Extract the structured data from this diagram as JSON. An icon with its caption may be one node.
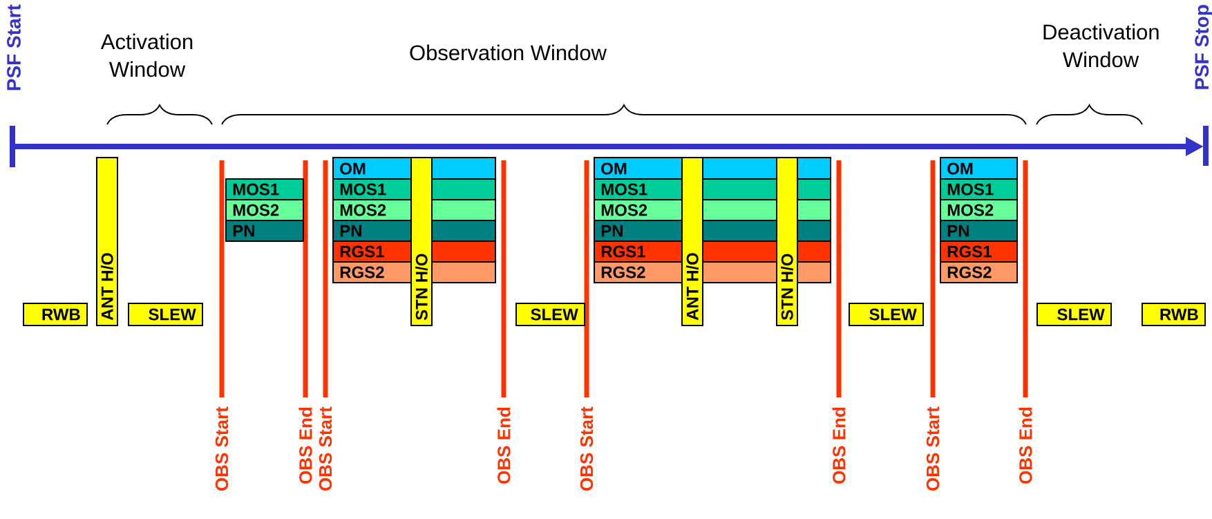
{
  "diagram": {
    "nodes": [
      {
        "text": [
          "RWB"
        ]
      },
      {
        "text": [
          "ANT H/O"
        ]
      },
      {
        "text": [
          "SLEW"
        ]
      },
      {
        "text": [
          "MOS1"
        ]
      },
      {
        "text": [
          "MOS2"
        ]
      },
      {
        "text": [
          "PN"
        ]
      },
      {
        "text": [
          "OM"
        ]
      },
      {
        "text": [
          "MOS1"
        ]
      },
      {
        "text": [
          "MOS2"
        ]
      },
      {
        "text": [
          "PN"
        ]
      },
      {
        "text": [
          "RGS1"
        ]
      },
      {
        "text": [
          "RGS2"
        ]
      },
      {
        "text": [
          "STN H/O"
        ]
      },
      {
        "text": [
          "SLEW"
        ]
      },
      {
        "text": [
          "OM"
        ]
      },
      {
        "text": [
          "MOS1"
        ]
      },
      {
        "text": [
          "MOS2"
        ]
      },
      {
        "text": [
          "PN"
        ]
      },
      {
        "text": [
          "RGS1"
        ]
      },
      {
        "text": [
          "RGS2"
        ]
      },
      {
        "text": [
          "ANT H/O"
        ]
      },
      {
        "text": [
          "STN H/O"
        ]
      },
      {
        "text": [
          "SLEW"
        ]
      },
      {
        "text": [
          "OM"
        ]
      },
      {
        "text": [
          "MOS1"
        ]
      },
      {
        "text": [
          "MOS2"
        ]
      },
      {
        "text": [
          "PN"
        ]
      },
      {
        "text": [
          "RGS1"
        ]
      },
      {
        "text": [
          "RGS2"
        ]
      },
      {
        "text": [
          "SLEW"
        ]
      },
      {
        "text": [
          "RWB"
        ]
      }
    ],
    "labels": [
      "PSF Start",
      "Activation Window",
      "Observation Window",
      "Deactivation Window",
      "PSF Stop",
      "OBS Start",
      "OBS End",
      "OBS Start",
      "OBS End",
      "OBS Start",
      "OBS End",
      "OBS Start",
      "OBS End"
    ]
  }
}
